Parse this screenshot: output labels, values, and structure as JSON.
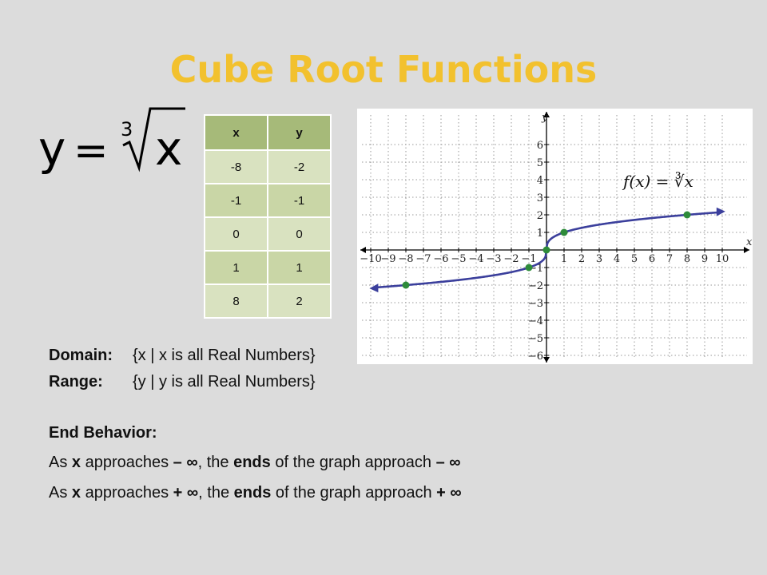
{
  "title": "Cube Root Functions",
  "formula": {
    "lhs": "y",
    "eq": "=",
    "index": "3",
    "radicand": "x"
  },
  "table": {
    "headers": [
      "x",
      "y"
    ],
    "rows": [
      [
        "-8",
        "-2"
      ],
      [
        "-1",
        "-1"
      ],
      [
        "0",
        "0"
      ],
      [
        "1",
        "1"
      ],
      [
        "8",
        "2"
      ]
    ]
  },
  "graph": {
    "function_label": "f(x) = ∛x",
    "x_axis_label": "x",
    "y_axis_label": "y",
    "x_ticks": [
      -10,
      -9,
      -8,
      -7,
      -6,
      -5,
      -4,
      -3,
      -2,
      -1,
      1,
      2,
      3,
      4,
      5,
      6,
      7,
      8,
      9,
      10
    ],
    "y_ticks": [
      -6,
      -5,
      -4,
      -3,
      -2,
      -1,
      1,
      2,
      3,
      4,
      5,
      6
    ],
    "points": [
      [
        -8,
        -2
      ],
      [
        -1,
        -1
      ],
      [
        0,
        0
      ],
      [
        1,
        1
      ],
      [
        8,
        2
      ]
    ],
    "curve_color": "#3b3f9c",
    "point_color": "#2e8b3a"
  },
  "domain": {
    "label": "Domain:",
    "text": "{x | x is all Real Numbers}"
  },
  "range": {
    "label": "Range:",
    "text": "{y | y is all Real Numbers}"
  },
  "end_behavior": {
    "heading": "End Behavior:",
    "lines": [
      {
        "p1": "As ",
        "b1": "x",
        "p2": " approaches ",
        "b2": "– ∞",
        "p3": ", the ",
        "b3": "ends",
        "p4": " of the graph approach ",
        "b4": "– ∞"
      },
      {
        "p1": "As ",
        "b1": "x",
        "p2": " approaches ",
        "b2": "+ ∞",
        "p3": ", the ",
        "b3": "ends",
        "p4": " of the graph approach ",
        "b4": "+ ∞"
      }
    ]
  }
}
